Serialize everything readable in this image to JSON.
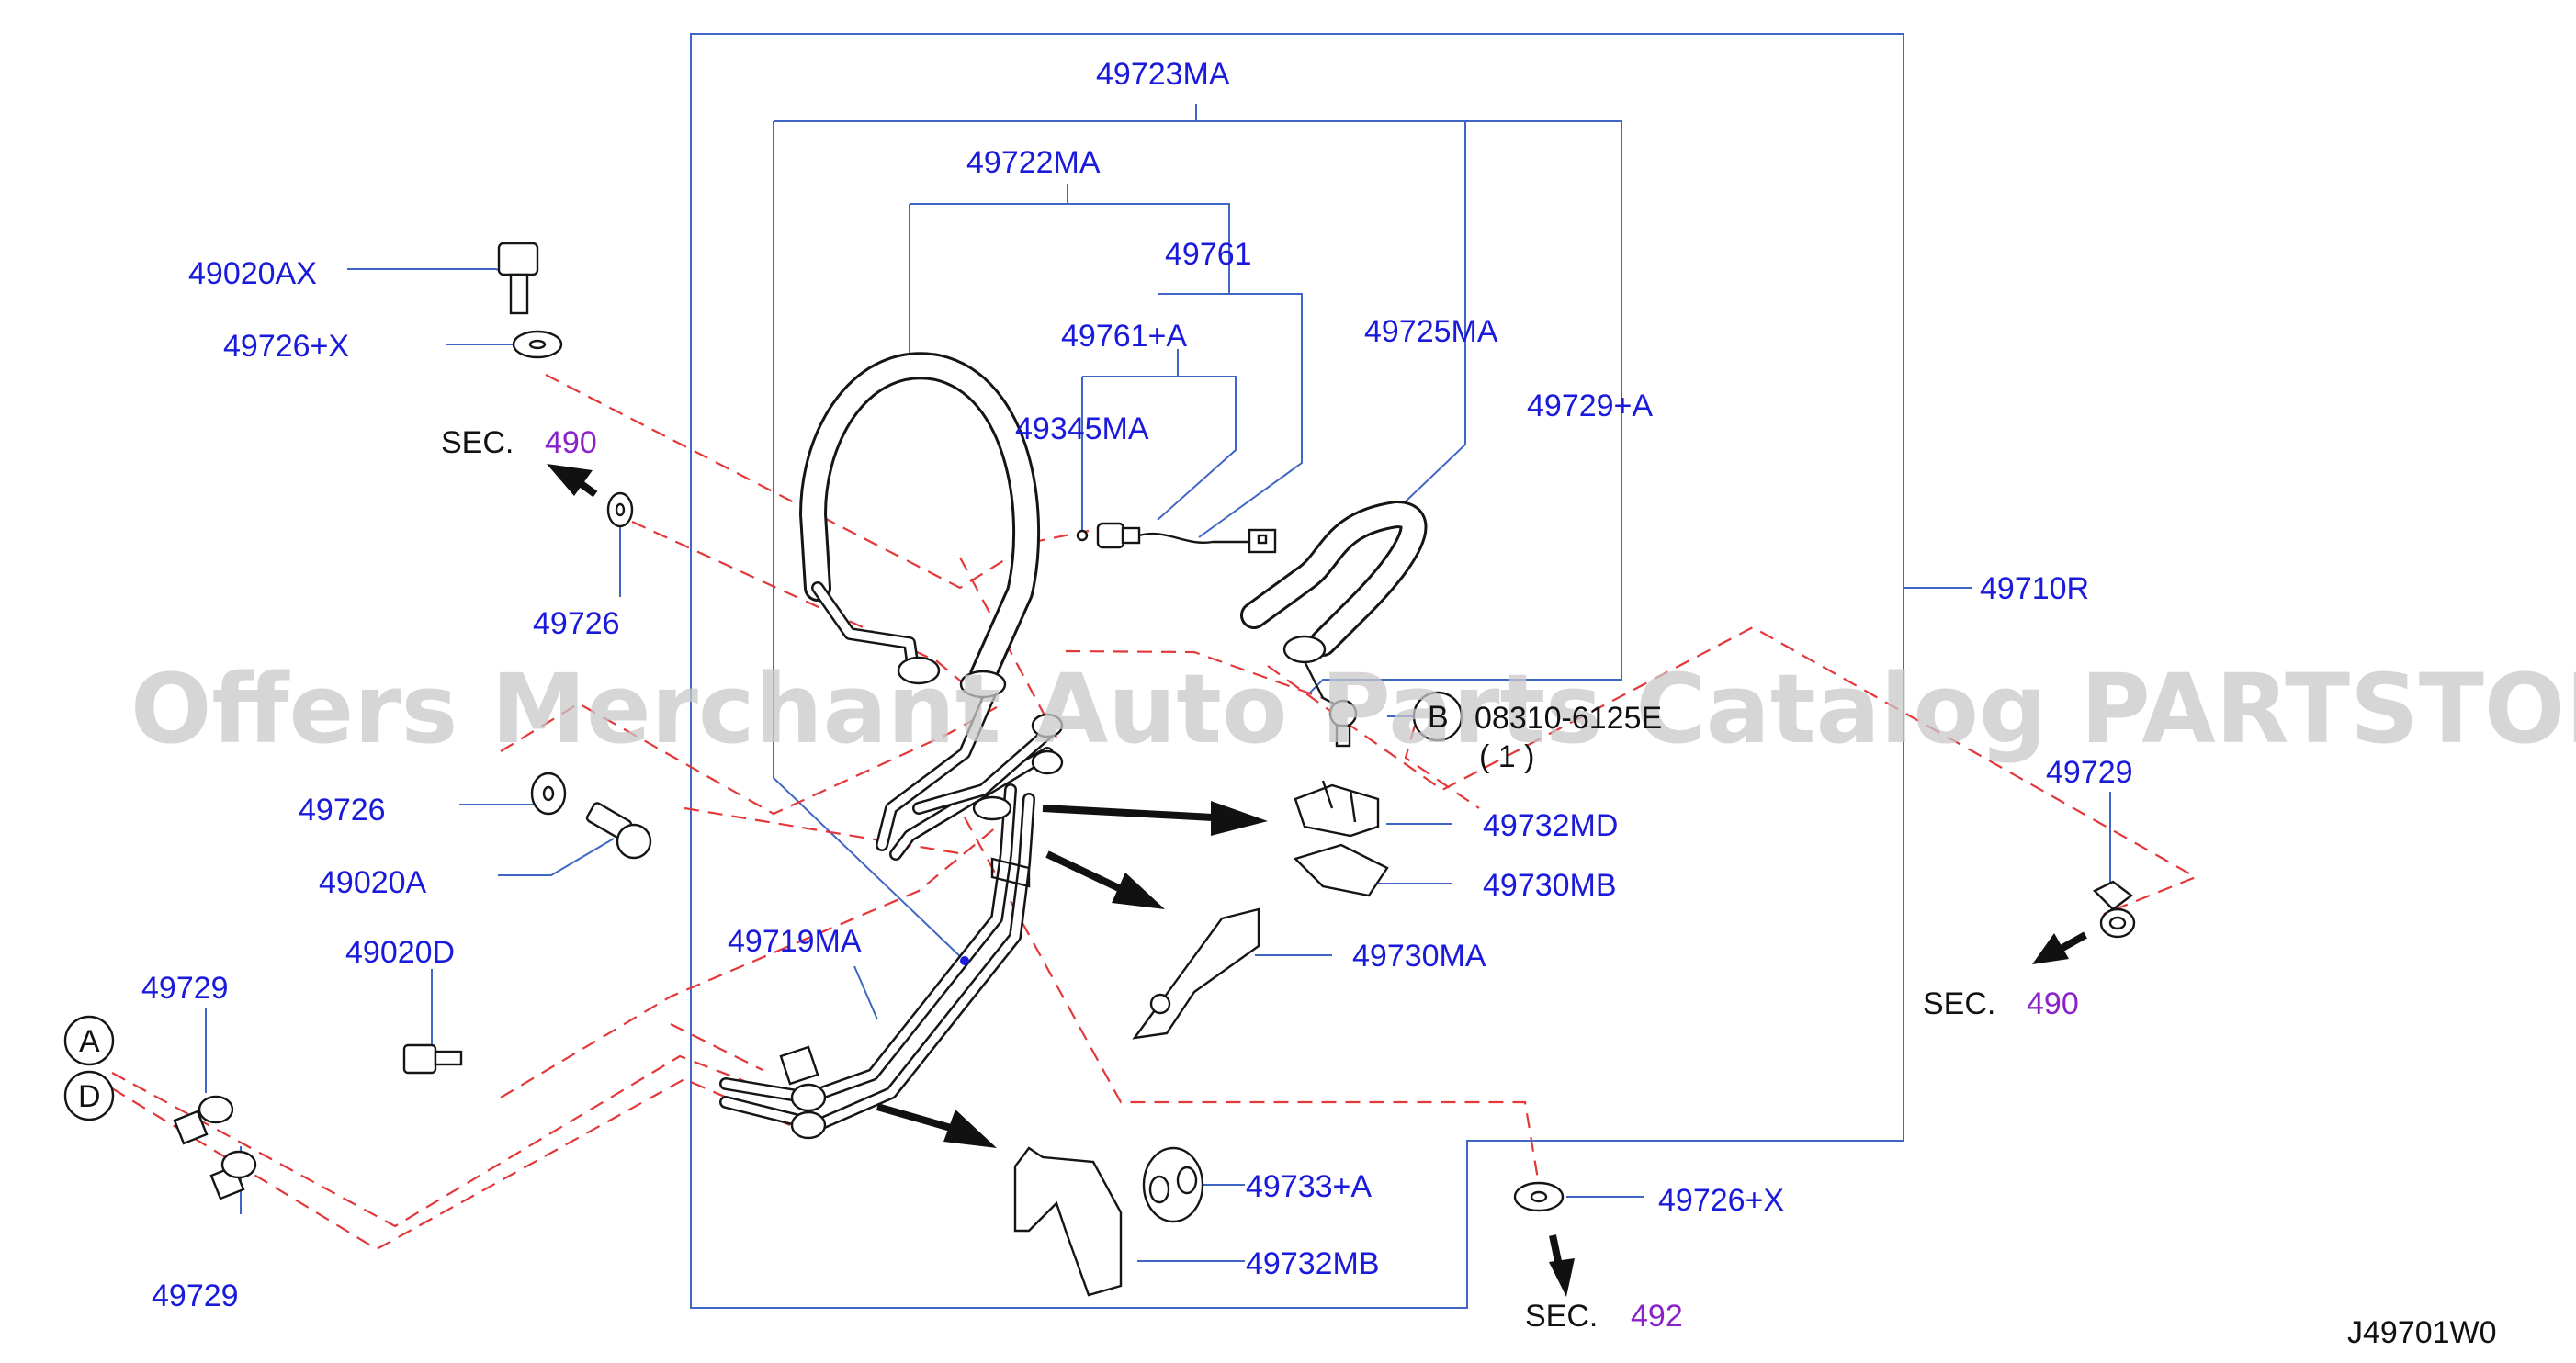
{
  "labels": {
    "p49723MA": "49723MA",
    "p49722MA": "49722MA",
    "p49761": "49761",
    "p49761A": "49761+A",
    "p49725MA": "49725MA",
    "p49729A": "49729+A",
    "p49345MA": "49345MA",
    "p49020AX": "49020AX",
    "p49726X_top": "49726+X",
    "p49726_upper": "49726",
    "p49726_lower": "49726",
    "p49020A": "49020A",
    "p49020D": "49020D",
    "p49719MA": "49719MA",
    "p49729_left_top": "49729",
    "p49729_left_bottom": "49729",
    "p49729_right": "49729",
    "p49710R": "49710R",
    "p49732MD": "49732MD",
    "p49730MB": "49730MB",
    "p49730MA": "49730MA",
    "p49733A": "49733+A",
    "p49732MB": "49732MB",
    "p49726X_bottom": "49726+X",
    "bolt_symbol": "B",
    "bolt_code": "08310-6125E",
    "bolt_qty": "( 1 )"
  },
  "refs": {
    "sec_word": "SEC.",
    "sec_490_left": "490",
    "sec_490_right": "490",
    "sec_492": "492",
    "connector_a": "A",
    "connector_d": "D"
  },
  "drawing_code": "J49701W0",
  "watermark": "Offers Merchant Auto Parts Catalog PARTSTORE.SA",
  "colors": {
    "part_number": "#1a1adb",
    "leader_line": "#3f66c4",
    "dashed_line": "#e2383a",
    "section_number": "#8a22c9",
    "watermark": "#c9c9c9"
  }
}
